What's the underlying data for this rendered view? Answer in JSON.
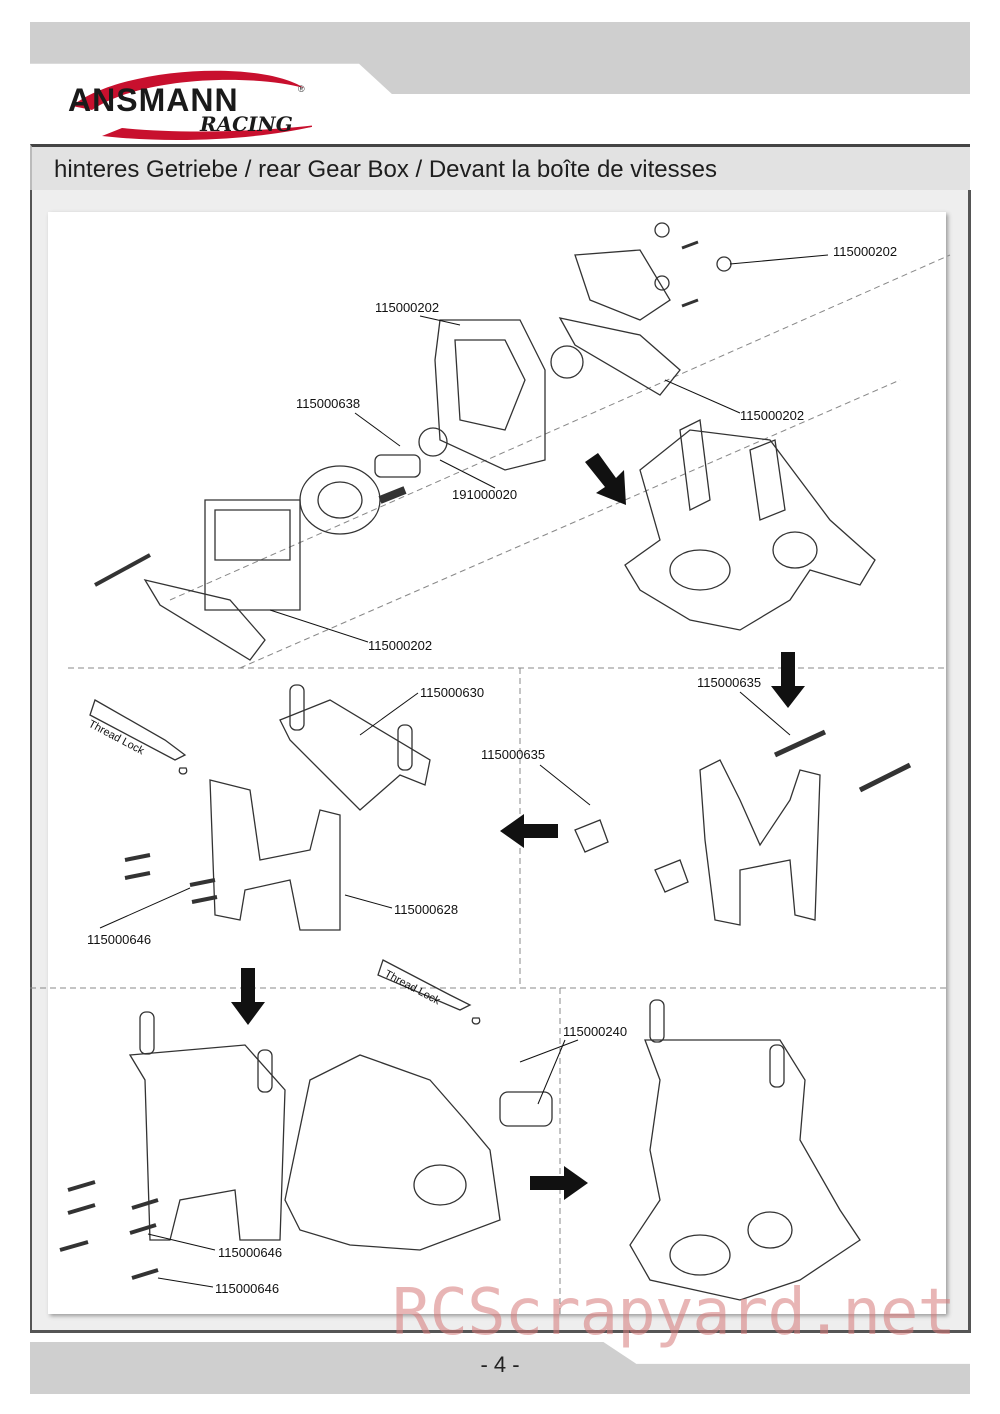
{
  "brand": {
    "name": "ANSMANN",
    "sub": "RACING",
    "reg": "®"
  },
  "section": {
    "title": "hinteres Getriebe / rear Gear Box / Devant la boîte de vitesses"
  },
  "callouts": [
    "115000202",
    "115000202",
    "115000638",
    "115000202",
    "191000020",
    "115000202",
    "115000630",
    "115000635",
    "115000635",
    "115000628",
    "115000646",
    "115000240",
    "115000646",
    "115000646"
  ],
  "bottle_labels": [
    "Thread Lock",
    "Thread Lock"
  ],
  "page": {
    "number": "- 4 -"
  },
  "watermark": "RCScrapyard.net"
}
